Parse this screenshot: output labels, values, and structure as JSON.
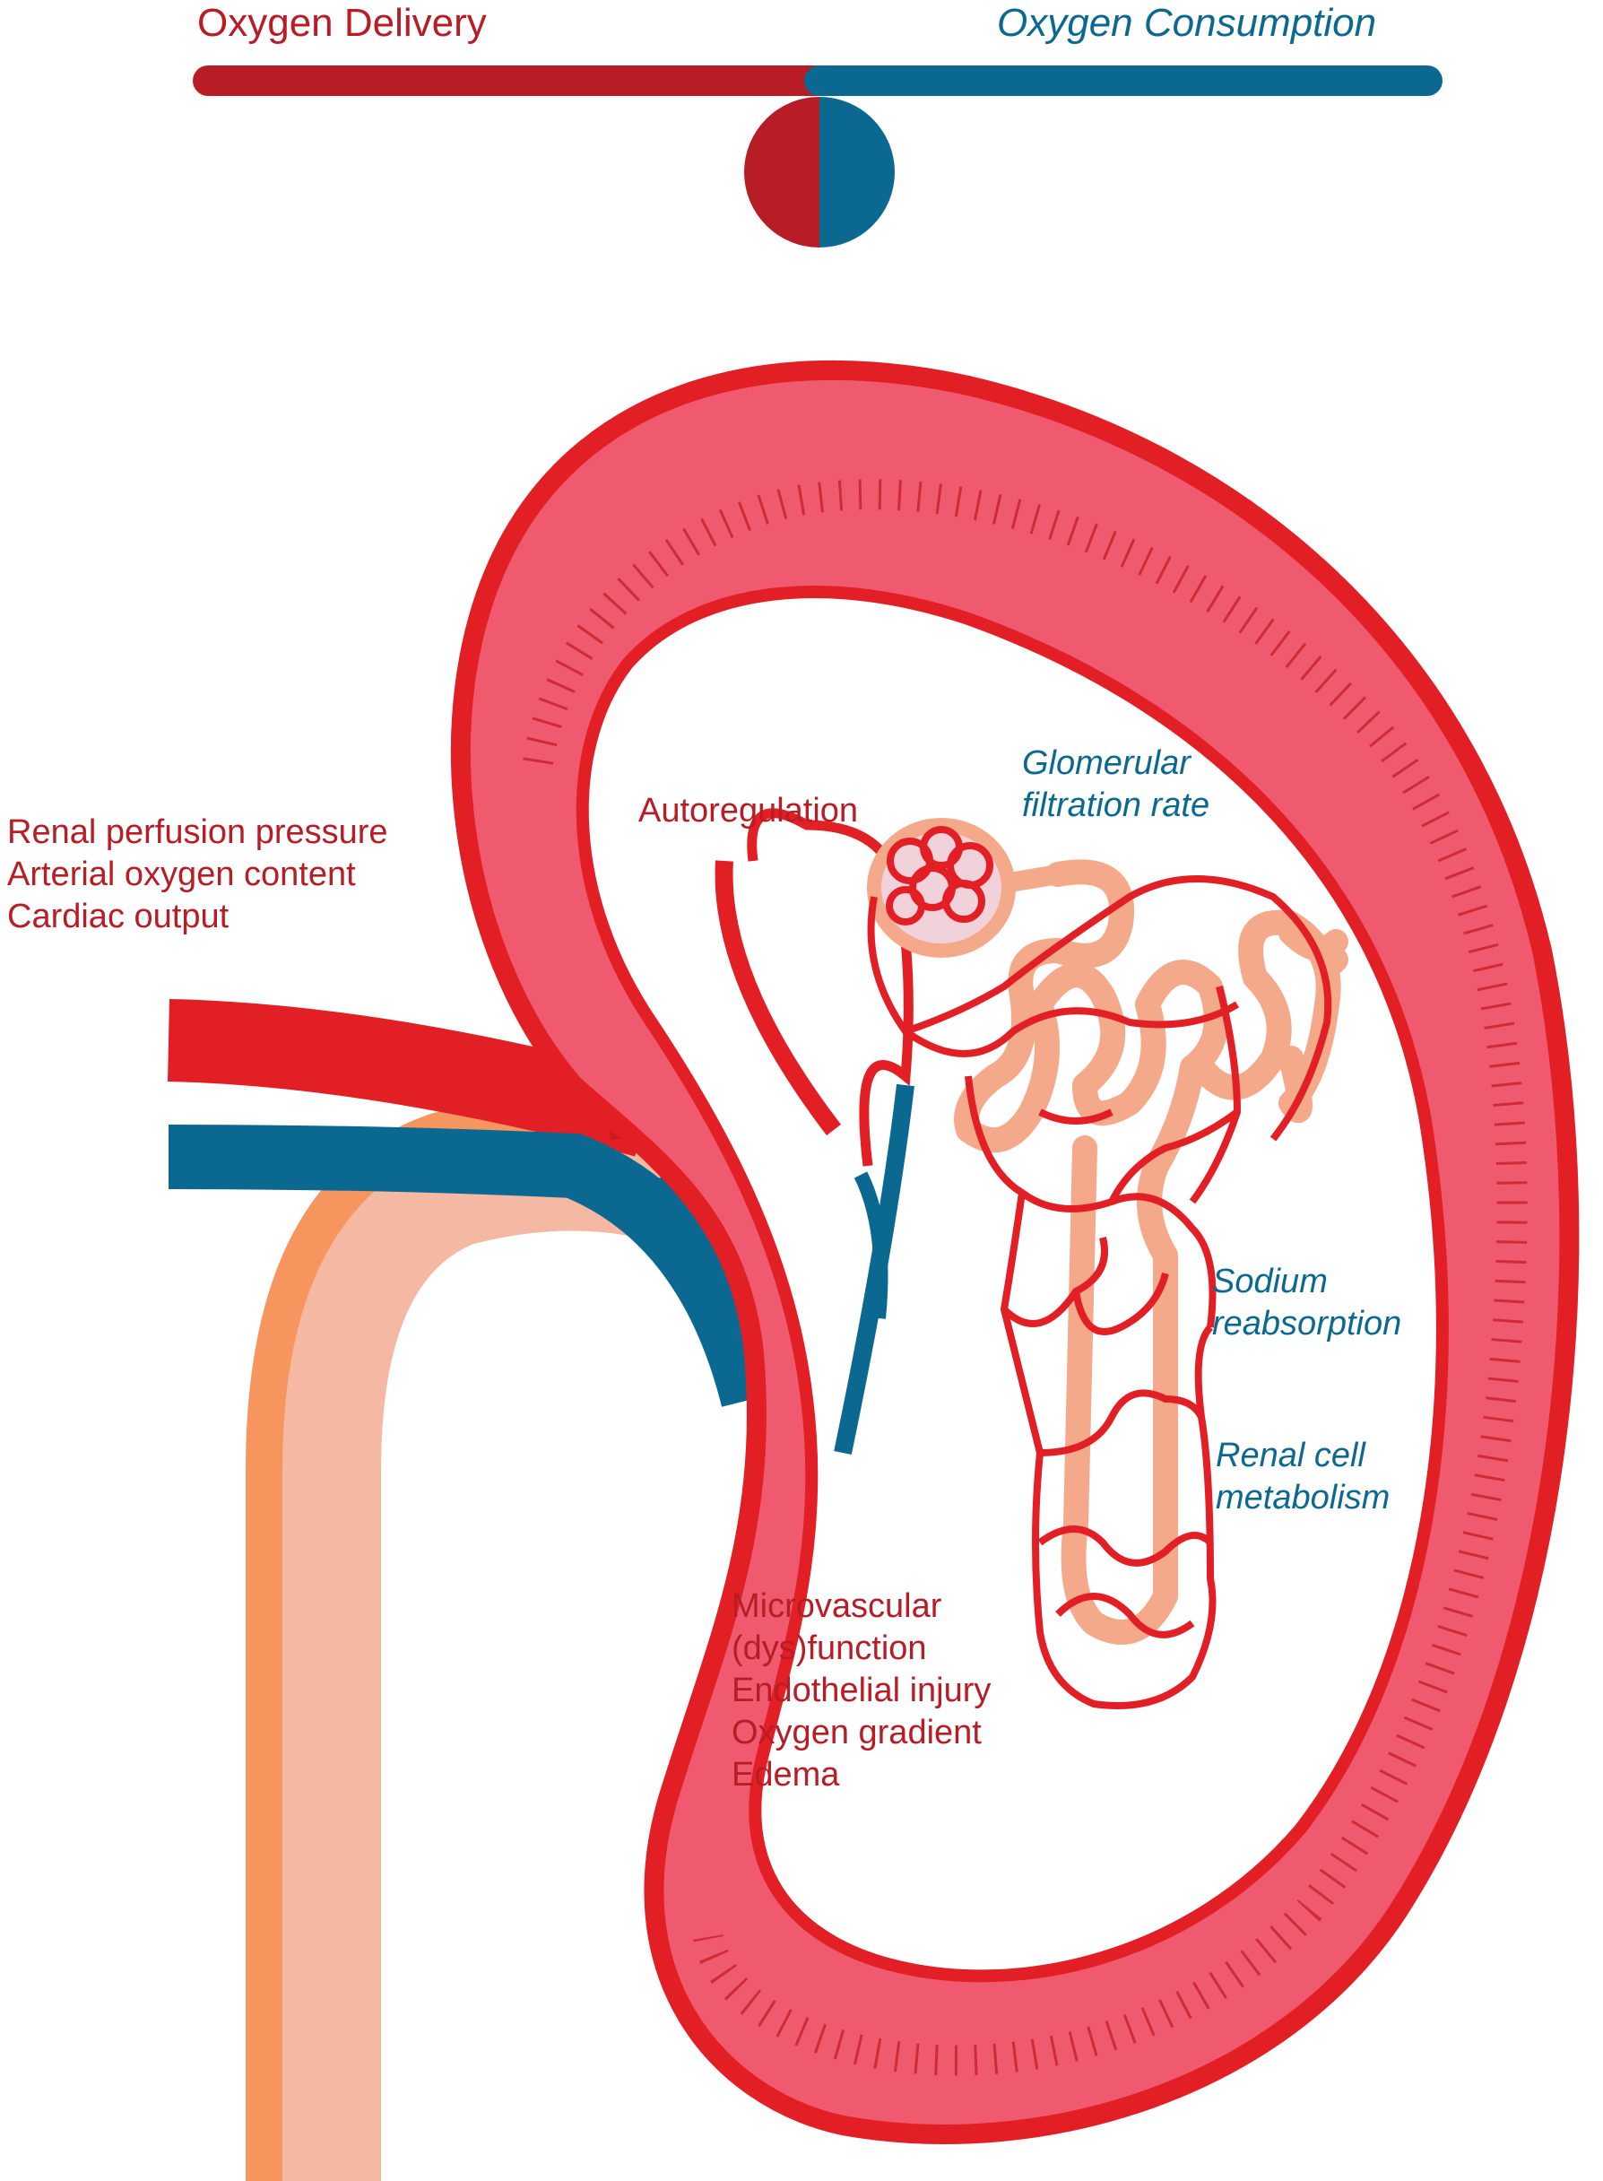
{
  "balance": {
    "left_title": "Oxygen Delivery",
    "right_title": "Oxygen Consumption",
    "left_color": "#b81c25",
    "right_color": "#0a6891"
  },
  "delivery_factors": [
    "Renal perfusion pressure",
    "Arterial oxygen content",
    "Cardiac output"
  ],
  "autoregulation": "Autoregulation",
  "gfr": [
    "Glomerular",
    "filtration rate"
  ],
  "sodium": [
    "Sodium",
    "reabsorption"
  ],
  "metabolism": [
    "Renal cell",
    "metabolism"
  ],
  "microvascular": [
    "Microvascular",
    "(dys)function",
    "Endothelial injury",
    "Oxygen gradient",
    "Edema"
  ],
  "colors": {
    "artery": "#e31f26",
    "vein": "#0a6891",
    "cortex": "#f05a6e",
    "ureter": "#f4b8a3",
    "ureter_edge": "#f7955e",
    "tubule": "#f4a98a"
  }
}
